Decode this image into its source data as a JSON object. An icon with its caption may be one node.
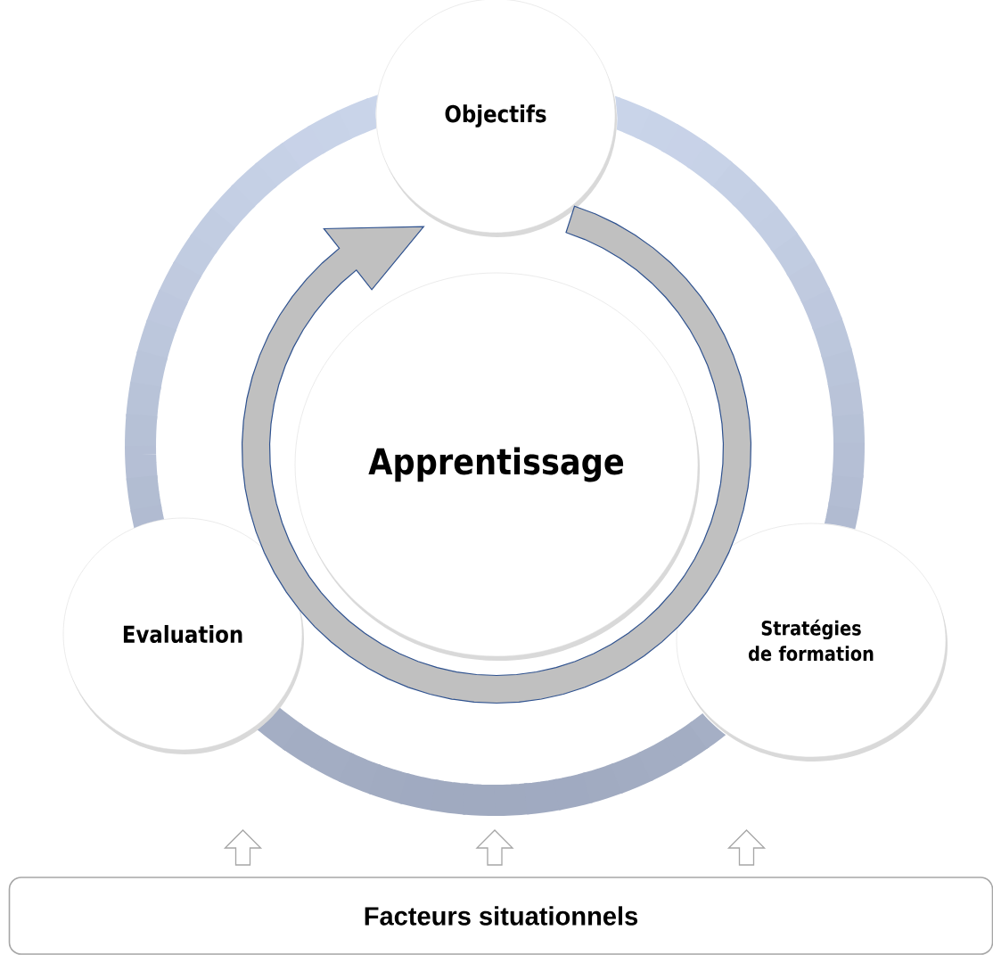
{
  "diagram": {
    "nodes": [
      {
        "text": [],
        "shape": "ring"
      },
      {
        "text": [
          "Objectifs"
        ]
      },
      {
        "text": [
          "Apprentissage"
        ],
        "in": 0
      },
      {
        "text": [
          "Evaluation"
        ]
      },
      {
        "text": [
          "Stratégies de formation"
        ]
      },
      {
        "text": [
          "Facteurs situationnels"
        ]
      }
    ],
    "edges": [
      {
        "from": null,
        "to": 1,
        "arrow": "to",
        "style": "thick",
        "color": "#c0c0c0"
      },
      {
        "from": 5,
        "to": 0,
        "arrow": "to"
      },
      {
        "from": 5,
        "to": 0,
        "arrow": "to"
      },
      {
        "from": 5,
        "to": 0,
        "arrow": "to"
      }
    ]
  }
}
